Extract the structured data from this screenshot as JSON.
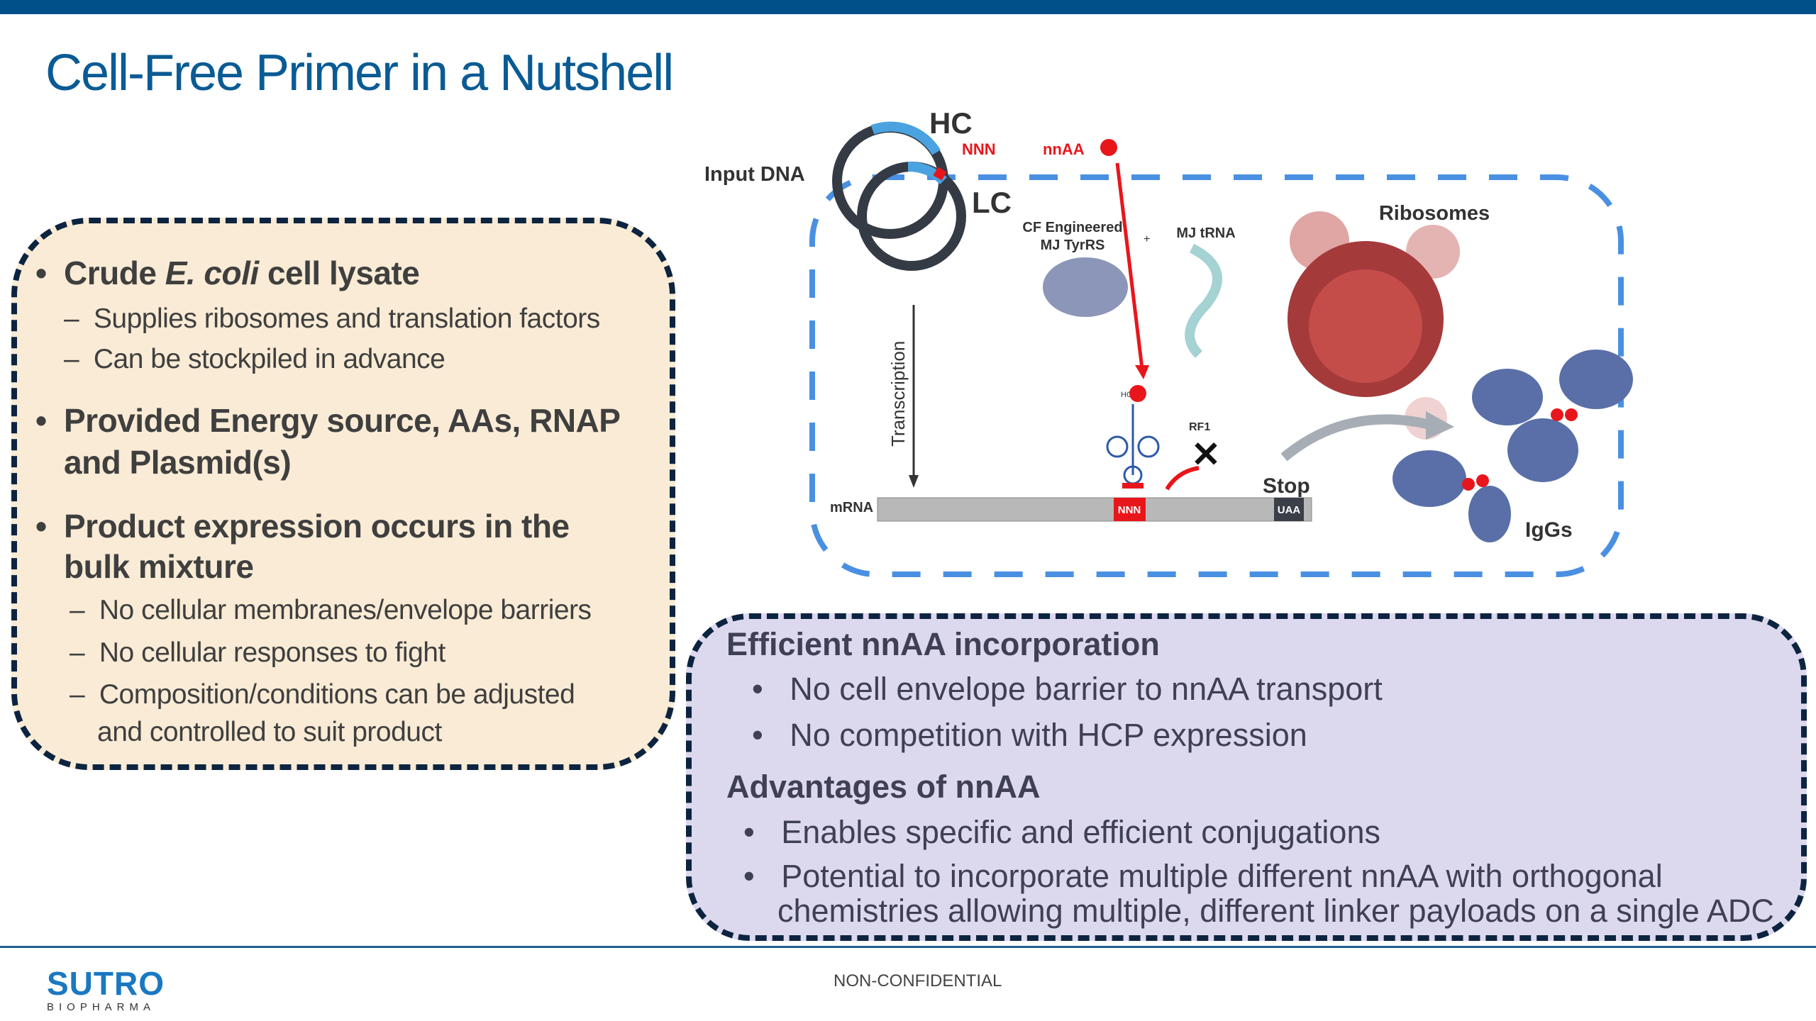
{
  "colors": {
    "brand": "#01508a",
    "left_box_fill": "#f9ebd5",
    "right_box_fill": "#dcd9ef",
    "dash_border": "#0d2440",
    "diagram_dash": "#4a90e2",
    "highlight_red": "#e8161b"
  },
  "title": "Cell-Free Primer in a Nutshell",
  "left_box": {
    "bullet1": {
      "pre": "Crude ",
      "italic": "E. coli",
      "post": " cell lysate"
    },
    "bullet1_subs": [
      "Supplies ribosomes and translation factors",
      "Can be stockpiled in advance"
    ],
    "bullet2_lines": [
      "Provided Energy source, AAs, RNAP",
      "and Plasmid(s)"
    ],
    "bullet3_lines": [
      "Product expression occurs in the",
      "bulk mixture"
    ],
    "bullet3_subs": [
      "No cellular membranes/envelope barriers",
      "No cellular responses to fight",
      "Composition/conditions can be adjusted",
      "and controlled to suit product"
    ]
  },
  "diagram": {
    "input_dna": "Input DNA",
    "hc": "HC",
    "lc": "LC",
    "nnn": "NNN",
    "nnaa": "nnAA",
    "cf_engineered": "CF Engineered",
    "mj_tyrrs": "MJ TyrRS",
    "plus": "+",
    "mj_trna": "MJ tRNA",
    "ribosomes": "Ribosomes",
    "transcription": "Transcription",
    "ho": "HO",
    "rf1": "RF1",
    "stop": "Stop",
    "mrna": "mRNA",
    "codon_nnn": "NNN",
    "codon_uaa": "UAA",
    "iggs": "IgGs"
  },
  "right_box": {
    "heading1": "Efficient nnAA incorporation",
    "items1": [
      "No cell envelope barrier to nnAA transport",
      "No competition with HCP expression"
    ],
    "heading2": "Advantages of nnAA",
    "items2": [
      "Enables specific and efficient conjugations"
    ],
    "item2b_lines": [
      "Potential to incorporate multiple different nnAA with orthogonal",
      "chemistries allowing multiple, different linker payloads on a single ADC"
    ]
  },
  "footer": {
    "confidentiality": "NON-CONFIDENTIAL",
    "logo_top": "SUTRO",
    "logo_bottom": "BIOPHARMA"
  }
}
